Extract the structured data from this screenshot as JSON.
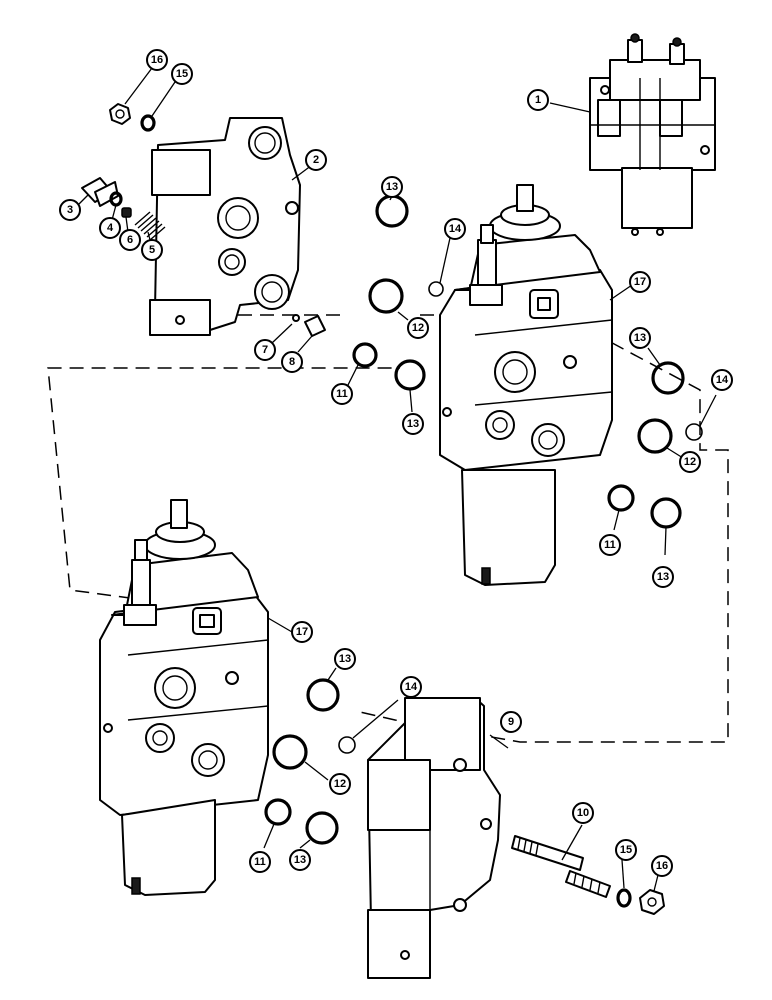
{
  "callouts": [
    {
      "id": "c1",
      "label": "1"
    },
    {
      "id": "c2",
      "label": "2"
    },
    {
      "id": "c3",
      "label": "3"
    },
    {
      "id": "c4",
      "label": "4"
    },
    {
      "id": "c5",
      "label": "5"
    },
    {
      "id": "c6",
      "label": "6"
    },
    {
      "id": "c7",
      "label": "7"
    },
    {
      "id": "c8",
      "label": "8"
    },
    {
      "id": "c9",
      "label": "9"
    },
    {
      "id": "c10",
      "label": "10"
    },
    {
      "id": "c11a",
      "label": "11"
    },
    {
      "id": "c11b",
      "label": "11"
    },
    {
      "id": "c11c",
      "label": "11"
    },
    {
      "id": "c12a",
      "label": "12"
    },
    {
      "id": "c12b",
      "label": "12"
    },
    {
      "id": "c12c",
      "label": "12"
    },
    {
      "id": "c13a",
      "label": "13"
    },
    {
      "id": "c13b",
      "label": "13"
    },
    {
      "id": "c13c",
      "label": "13"
    },
    {
      "id": "c13d",
      "label": "13"
    },
    {
      "id": "c13e",
      "label": "13"
    },
    {
      "id": "c13f",
      "label": "13"
    },
    {
      "id": "c14a",
      "label": "14"
    },
    {
      "id": "c14b",
      "label": "14"
    },
    {
      "id": "c14c",
      "label": "14"
    },
    {
      "id": "c15a",
      "label": "15"
    },
    {
      "id": "c15b",
      "label": "15"
    },
    {
      "id": "c16a",
      "label": "16"
    },
    {
      "id": "c16b",
      "label": "16"
    },
    {
      "id": "c17a",
      "label": "17"
    },
    {
      "id": "c17b",
      "label": "17"
    }
  ]
}
